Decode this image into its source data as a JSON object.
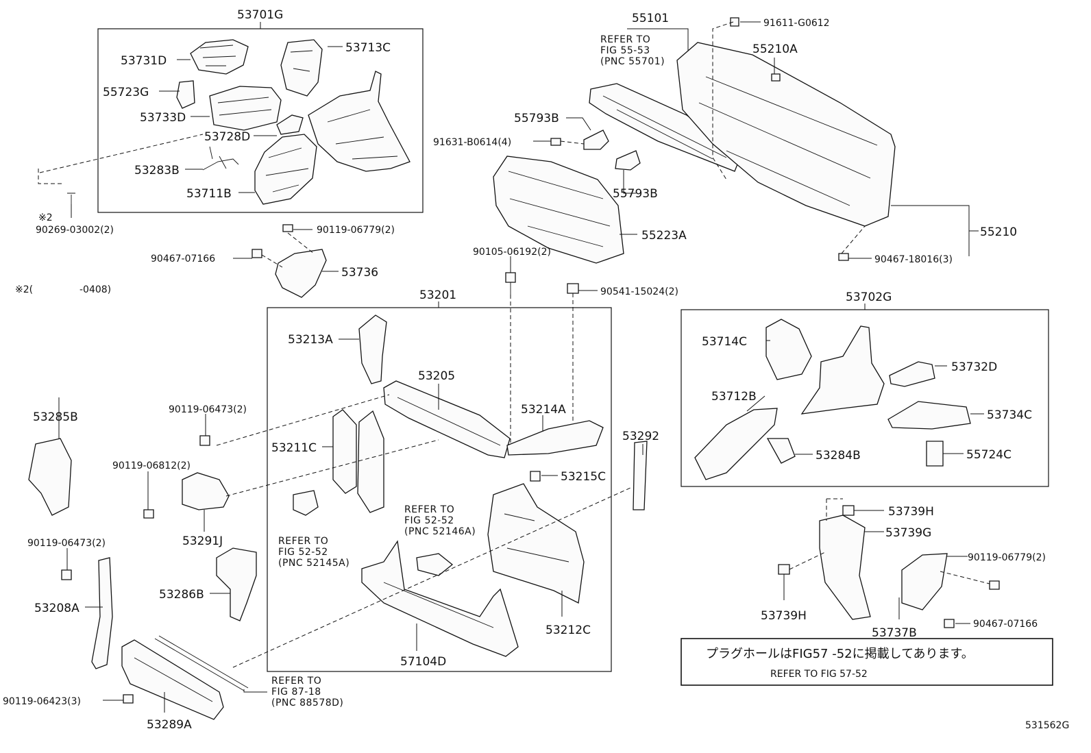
{
  "labels": {
    "p53701G": "53701G",
    "p53731D": "53731D",
    "p53713C": "53713C",
    "p55723G": "55723G",
    "p53733D": "53733D",
    "p53728D": "53728D",
    "p53283B": "53283B",
    "p53711B": "53711B",
    "p90269": "90269-03002(2)",
    "mark2": "※2",
    "p90119_06779_a": "90119-06779(2)",
    "p90467_07166_a": "90467-07166",
    "p53736": "53736",
    "note_mark2": "※2(",
    "note_0408": "-0408)",
    "p55101": "55101",
    "p91611": "91611-G0612",
    "p55210A": "55210A",
    "p55793B_a": "55793B",
    "p91631": "91631-B0614(4)",
    "p55793B_b": "55793B",
    "p55223A": "55223A",
    "p55210": "55210",
    "p90467_18016": "90467-18016(3)",
    "p90105": "90105-06192(2)",
    "p90541": "90541-15024(2)",
    "p53201": "53201",
    "p53213A": "53213A",
    "p53205": "53205",
    "p53214A": "53214A",
    "p53211C": "53211C",
    "p53215C": "53215C",
    "p53292": "53292",
    "p53212C": "53212C",
    "p57104D": "57104D",
    "p53702G": "53702G",
    "p53714C": "53714C",
    "p53732D": "53732D",
    "p53712B": "53712B",
    "p53734C": "53734C",
    "p53284B": "53284B",
    "p55724C": "55724C",
    "p53285B": "53285B",
    "p90119_06473_a": "90119-06473(2)",
    "p90119_06812": "90119-06812(2)",
    "p53291J": "53291J",
    "p90119_06473_b": "90119-06473(2)",
    "p53208A": "53208A",
    "p53286B": "53286B",
    "p90119_06423": "90119-06423(3)",
    "p53289A": "53289A",
    "p53739H_a": "53739H",
    "p53739G": "53739G",
    "p90119_06779_b": "90119-06779(2)",
    "p53739H_b": "53739H",
    "p53737B": "53737B",
    "p90467_07166_b": "90467-07166",
    "diagram_id": "531562G"
  },
  "refs": {
    "fig5553": [
      "REFER TO",
      "FIG 55-53",
      "(PNC 55701)"
    ],
    "fig5252_a": [
      "REFER TO",
      "FIG 52-52",
      "(PNC 52145A)"
    ],
    "fig5252_b": [
      "REFER TO",
      "FIG 52-52",
      "(PNC 52146A)"
    ],
    "fig8718": [
      "REFER TO",
      "FIG 87-18",
      "(PNC 88578D)"
    ]
  },
  "notice": {
    "jp": "プラグホールはFIG57 -52に掲載してあります。",
    "en": "REFER TO FIG 57-52"
  }
}
